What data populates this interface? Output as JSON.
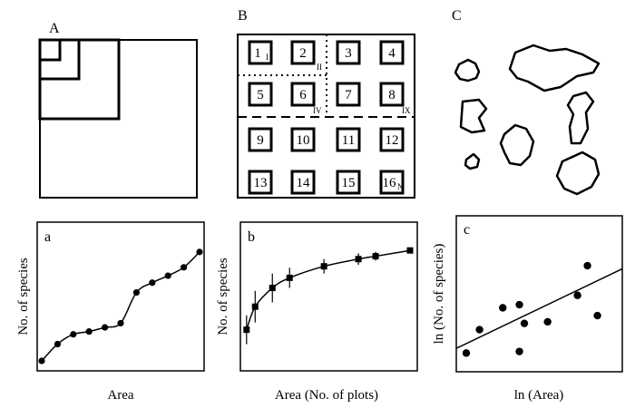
{
  "panels": {
    "A": {
      "label": "A"
    },
    "B": {
      "label": "B",
      "plots": [
        "1",
        "2",
        "3",
        "4",
        "5",
        "6",
        "7",
        "8",
        "9",
        "10",
        "11",
        "12",
        "13",
        "14",
        "15",
        "16"
      ],
      "plot_suffixes": {
        "1": "I",
        "16": "N"
      },
      "marks": [
        "II",
        "IV",
        "IX"
      ]
    },
    "C": {
      "label": "C"
    }
  },
  "chart_data": [
    {
      "type": "scatter",
      "panel": "a",
      "xlabel": "Area",
      "ylabel": "No. of species",
      "curve": "smooth",
      "points": [
        [
          0,
          0.0
        ],
        [
          1,
          0.12
        ],
        [
          2,
          0.19
        ],
        [
          3,
          0.21
        ],
        [
          4,
          0.24
        ],
        [
          5,
          0.27
        ],
        [
          6,
          0.49
        ],
        [
          7,
          0.56
        ],
        [
          8,
          0.61
        ],
        [
          9,
          0.67
        ],
        [
          10,
          0.78
        ]
      ]
    },
    {
      "type": "scatter",
      "panel": "b",
      "xlabel": "Area (No. of plots)",
      "ylabel": "No. of species",
      "curve": "smooth",
      "points": [
        [
          0.5,
          0.26,
          0.1
        ],
        [
          1,
          0.42,
          0.11
        ],
        [
          2,
          0.55,
          0.1
        ],
        [
          3,
          0.62,
          0.07
        ],
        [
          5,
          0.7,
          0.05
        ],
        [
          7,
          0.75,
          0.04
        ],
        [
          8,
          0.77,
          0.03
        ],
        [
          10,
          0.81,
          0.02
        ]
      ]
    },
    {
      "type": "scatter",
      "panel": "c",
      "xlabel": "ln (Area)",
      "ylabel": "ln (No. of species)",
      "trendline": [
        [
          0.0,
          0.15
        ],
        [
          1.0,
          0.66
        ]
      ],
      "points": [
        [
          0.06,
          0.12
        ],
        [
          0.14,
          0.27
        ],
        [
          0.28,
          0.41
        ],
        [
          0.38,
          0.43
        ],
        [
          0.38,
          0.13
        ],
        [
          0.41,
          0.31
        ],
        [
          0.55,
          0.32
        ],
        [
          0.73,
          0.49
        ],
        [
          0.79,
          0.68
        ],
        [
          0.85,
          0.36
        ]
      ]
    }
  ]
}
